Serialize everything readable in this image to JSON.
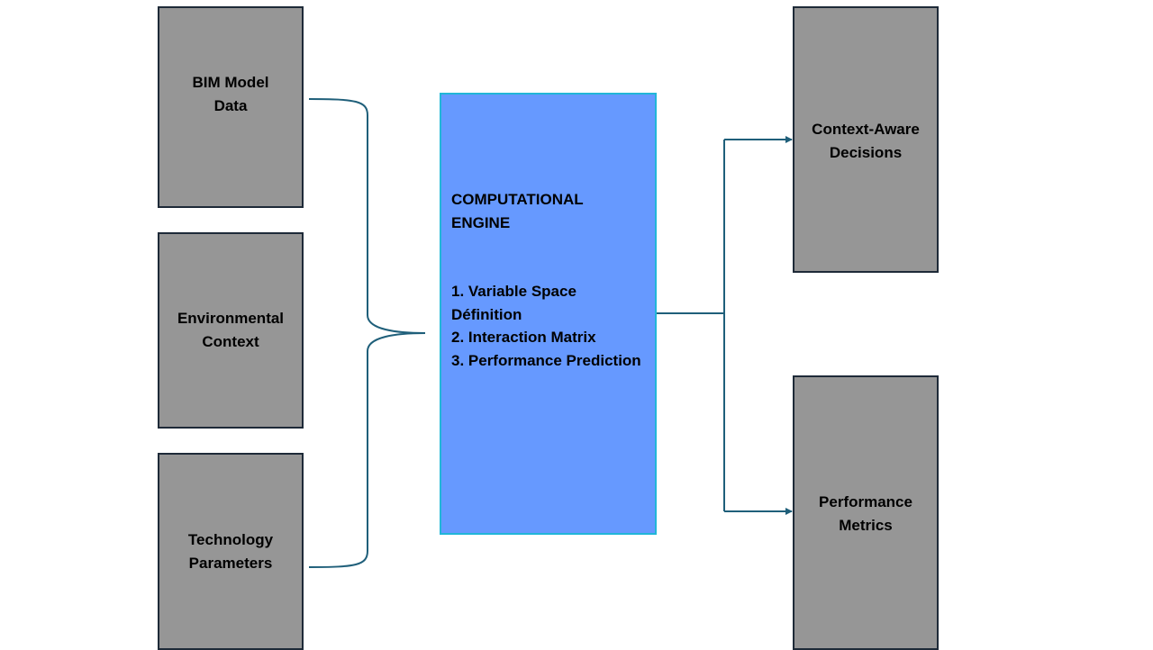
{
  "inputs": [
    {
      "label": "BIM Model\nData"
    },
    {
      "label": "Environmental\nContext"
    },
    {
      "label": "Technology\nParameters"
    }
  ],
  "engine": {
    "title": "COMPUTATIONAL ENGINE",
    "steps": [
      "1. Variable Space Définition",
      "2. Interaction Matrix",
      "3. Performance Prediction"
    ]
  },
  "outputs": [
    {
      "label": "Context-Aware\nDecisions"
    },
    {
      "label": "Performance\nMetrics"
    }
  ],
  "colors": {
    "input_box_fill": "#969696",
    "box_border": "#1e2a38",
    "engine_fill": "#6699ff",
    "engine_border": "#21b6d8",
    "connector": "#1f5f7a"
  }
}
